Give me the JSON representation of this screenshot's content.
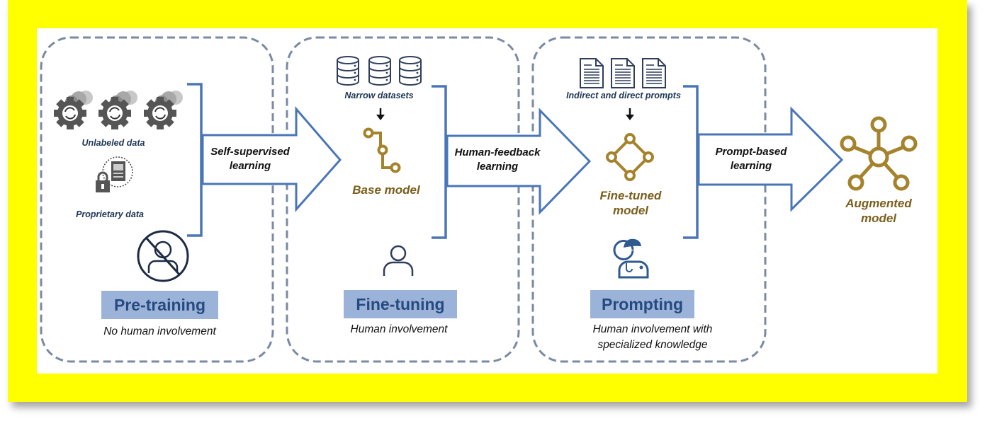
{
  "colors": {
    "frame": "#ffff00",
    "arrow_stroke": "#4a76b8",
    "panel_dash": "#7a8aa3",
    "model_gold": "#a5832c",
    "stage_box": "#9cb3d9",
    "stage_text": "#264a7f",
    "icon_dark": "#2f3e5c",
    "gear_gray": "#555555"
  },
  "stages": [
    {
      "title": "Pre-training",
      "description": "No human involvement",
      "icon": "no-human-icon",
      "inputs": [
        {
          "label": "Unlabeled data",
          "icon": "gear-cloud-icon"
        },
        {
          "label": "Proprietary data",
          "icon": "lock-data-icon"
        }
      ]
    },
    {
      "title": "Fine-tuning",
      "description": "Human involvement",
      "icon": "person-icon",
      "inputs": [
        {
          "label": "Narrow datasets",
          "icon": "database-icon"
        }
      ],
      "model": "Base model"
    },
    {
      "title": "Prompting",
      "description_lines": [
        "Human involvement with",
        "specialized knowledge"
      ],
      "icon": "doctor-icon",
      "inputs": [
        {
          "label": "Indirect and direct prompts",
          "icon": "document-icon"
        }
      ],
      "model_lines": [
        "Fine-tuned",
        "model"
      ]
    }
  ],
  "arrows": [
    {
      "lines": [
        "Self-supervised",
        "learning"
      ]
    },
    {
      "lines": [
        "Human-feedback",
        "learning"
      ]
    },
    {
      "lines": [
        "Prompt-based",
        "learning"
      ]
    }
  ],
  "output": {
    "lines": [
      "Augmented",
      "model"
    ],
    "icon": "network-hub-icon"
  }
}
